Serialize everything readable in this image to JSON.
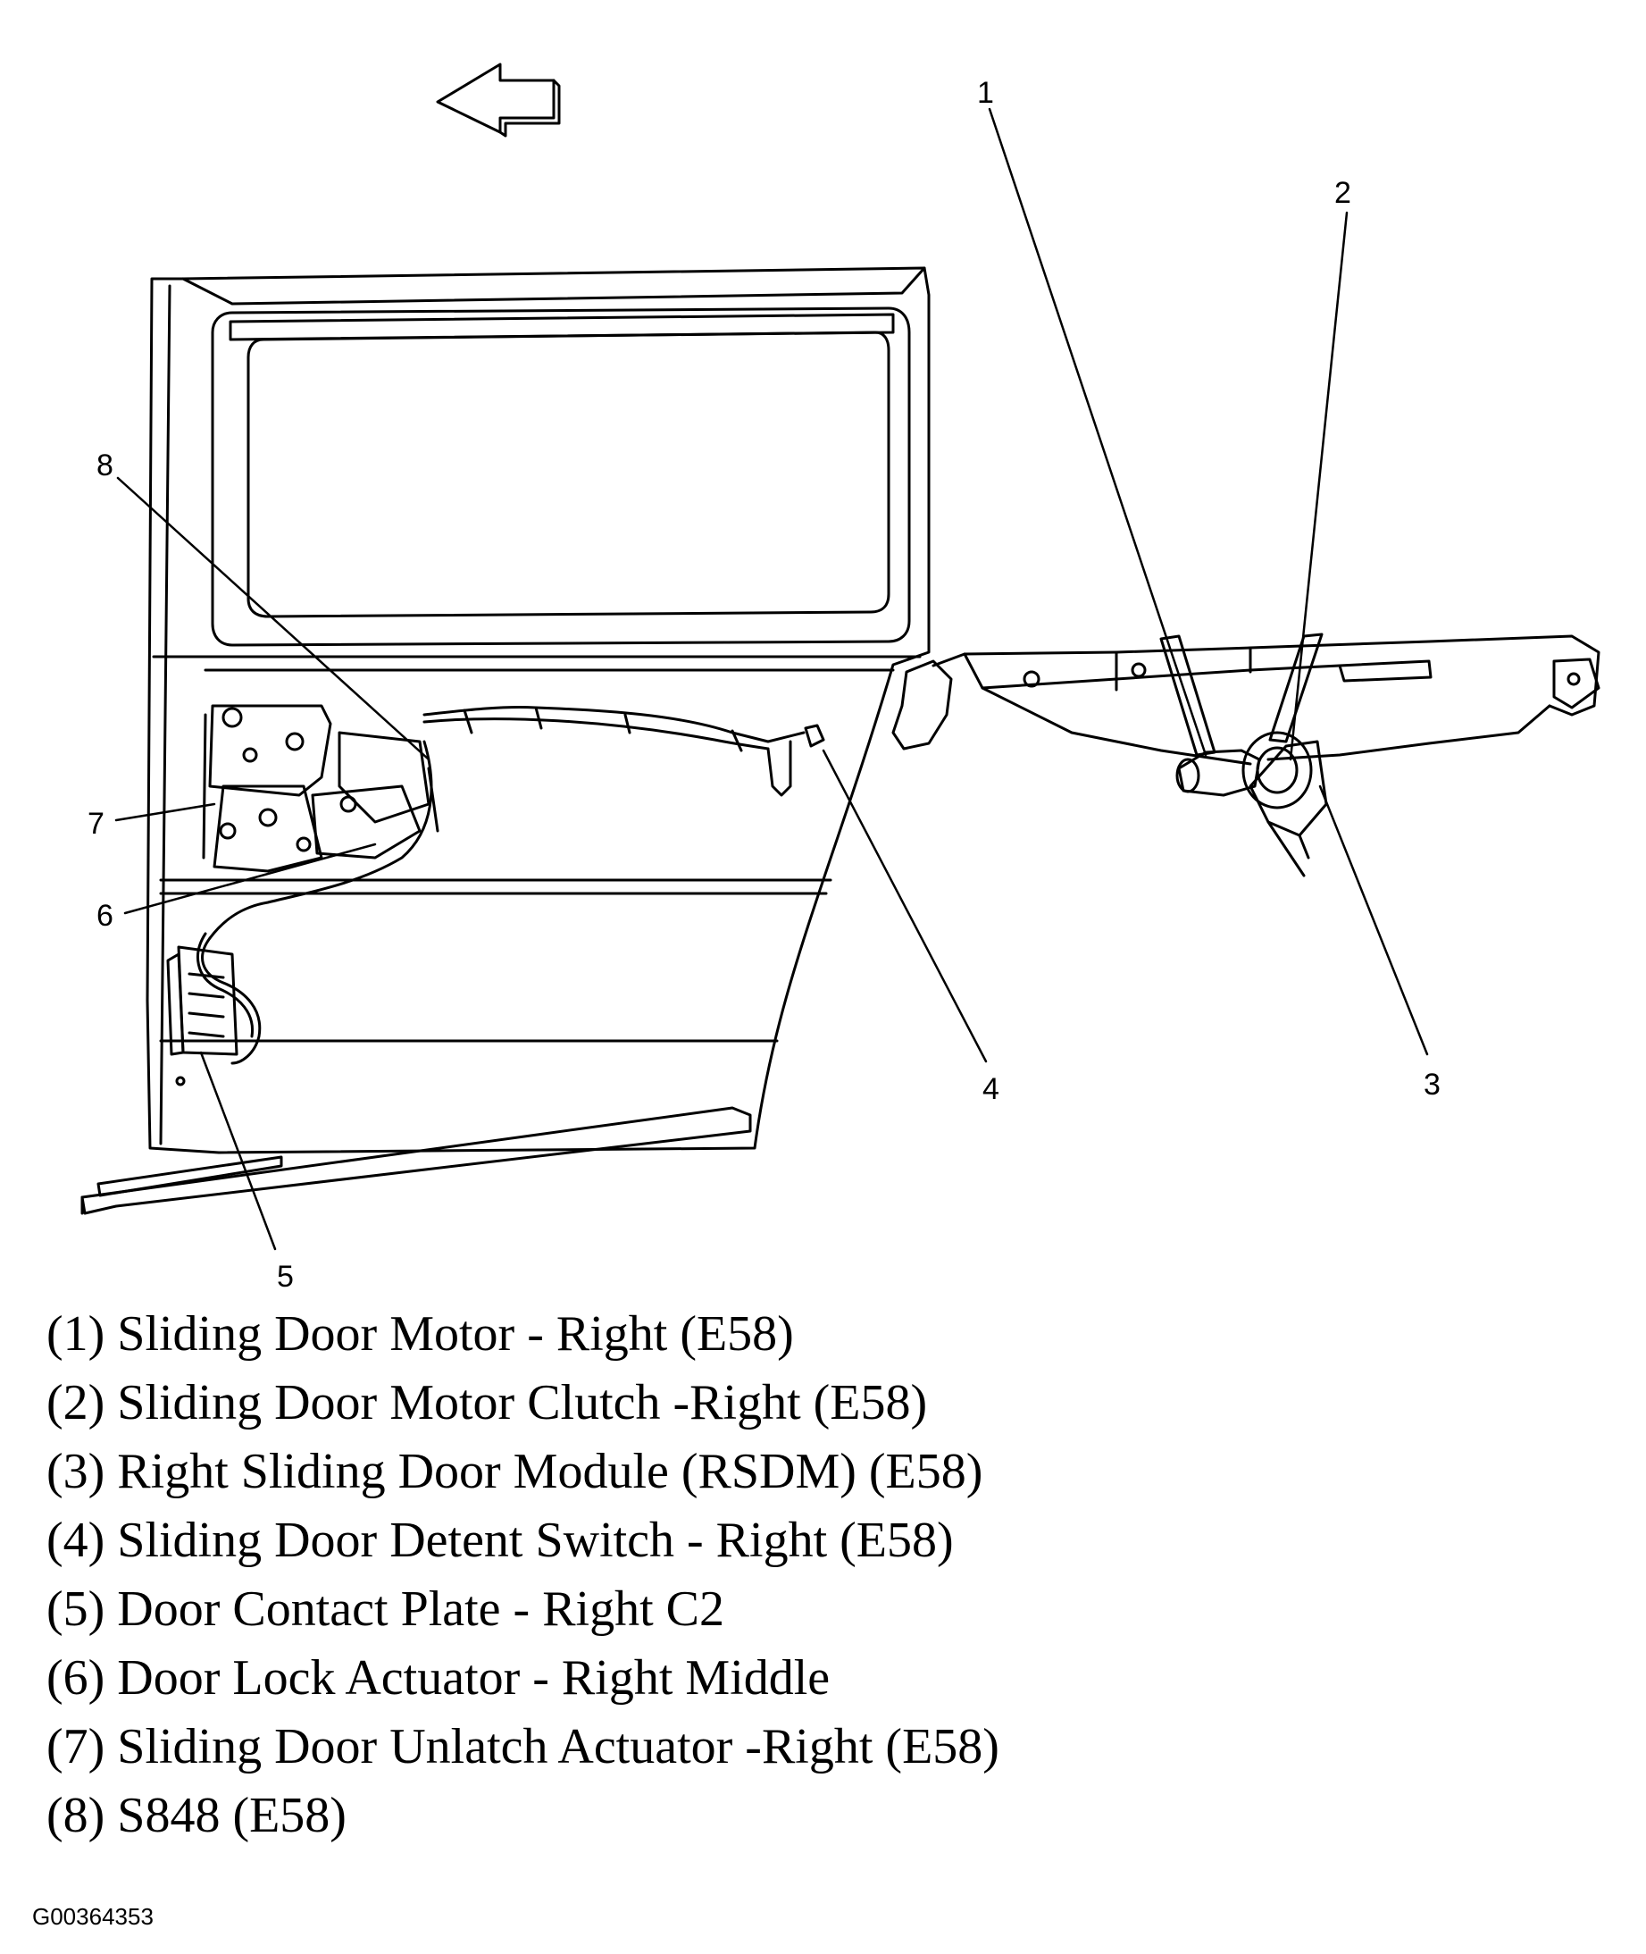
{
  "callouts": [
    "1",
    "2",
    "3",
    "4",
    "5",
    "6",
    "7",
    "8"
  ],
  "legend": [
    "(1) Sliding Door Motor - Right (E58)",
    "(2) Sliding Door Motor Clutch -Right (E58)",
    "(3) Right Sliding Door Module (RSDM) (E58)",
    "(4) Sliding Door Detent Switch - Right (E58)",
    "(5) Door Contact Plate - Right C2",
    "(6) Door Lock Actuator - Right Middle",
    "(7) Sliding Door Unlatch Actuator -Right (E58)",
    "(8) S848 (E58)"
  ],
  "figure_id": "G00364353",
  "icons": [
    "direction-arrow-icon"
  ],
  "colors": {
    "ink": "#000000",
    "background": "#ffffff"
  }
}
